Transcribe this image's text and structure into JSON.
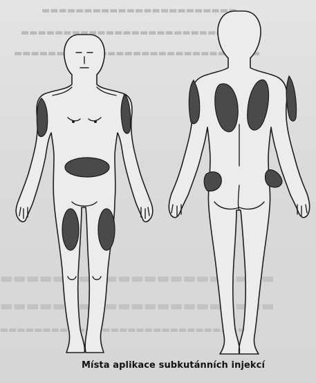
{
  "figure": {
    "caption": "Místa aplikace subkutánních injekcí",
    "figures": [
      {
        "view": "front",
        "injection_zones": [
          "left-upper-arm",
          "right-upper-arm",
          "abdomen",
          "left-thigh",
          "right-thigh"
        ]
      },
      {
        "view": "back",
        "injection_zones": [
          "left-upper-arm",
          "right-upper-arm",
          "left-scapula",
          "right-scapula",
          "left-flank",
          "right-flank"
        ]
      }
    ]
  },
  "colors": {
    "paper": "#dcdcdc",
    "outline": "#1e1e1e",
    "zone_fill": "#4a4a4a",
    "caption": "#111111"
  }
}
